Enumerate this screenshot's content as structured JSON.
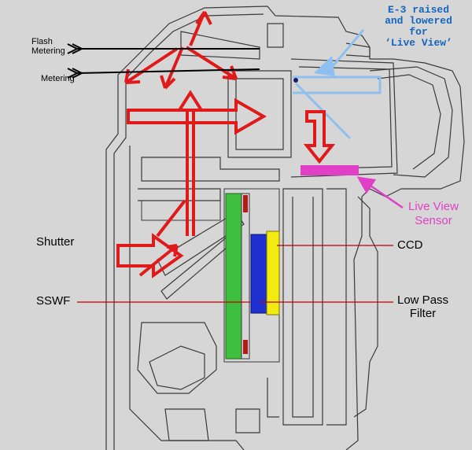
{
  "labels": {
    "flash_metering": [
      "Flash",
      "Metering"
    ],
    "metering": "Metering",
    "shutter": "Shutter",
    "sswf": "SSWF",
    "ccd": "CCD",
    "low_pass_filter": [
      "Low Pass",
      "Filter"
    ],
    "live_view_sensor": [
      "Live View",
      "Sensor"
    ],
    "e3_note": [
      "E-3 raised",
      "and lowered",
      "for",
      "‘Live View’"
    ]
  },
  "colors": {
    "background": "#d6d6d6",
    "outline": "#3a3a3a",
    "light_path_arrows": "#e01a1a",
    "pointer_lines": "#c00000",
    "note_text": "#1565c0",
    "mirror_arrow": "#8fbfef",
    "live_view_sensor": "#e040c8",
    "sswf_plate": "#3fbf3f",
    "ccd_plate": "#1f2fd0",
    "low_pass_plate": "#f2ea10"
  }
}
